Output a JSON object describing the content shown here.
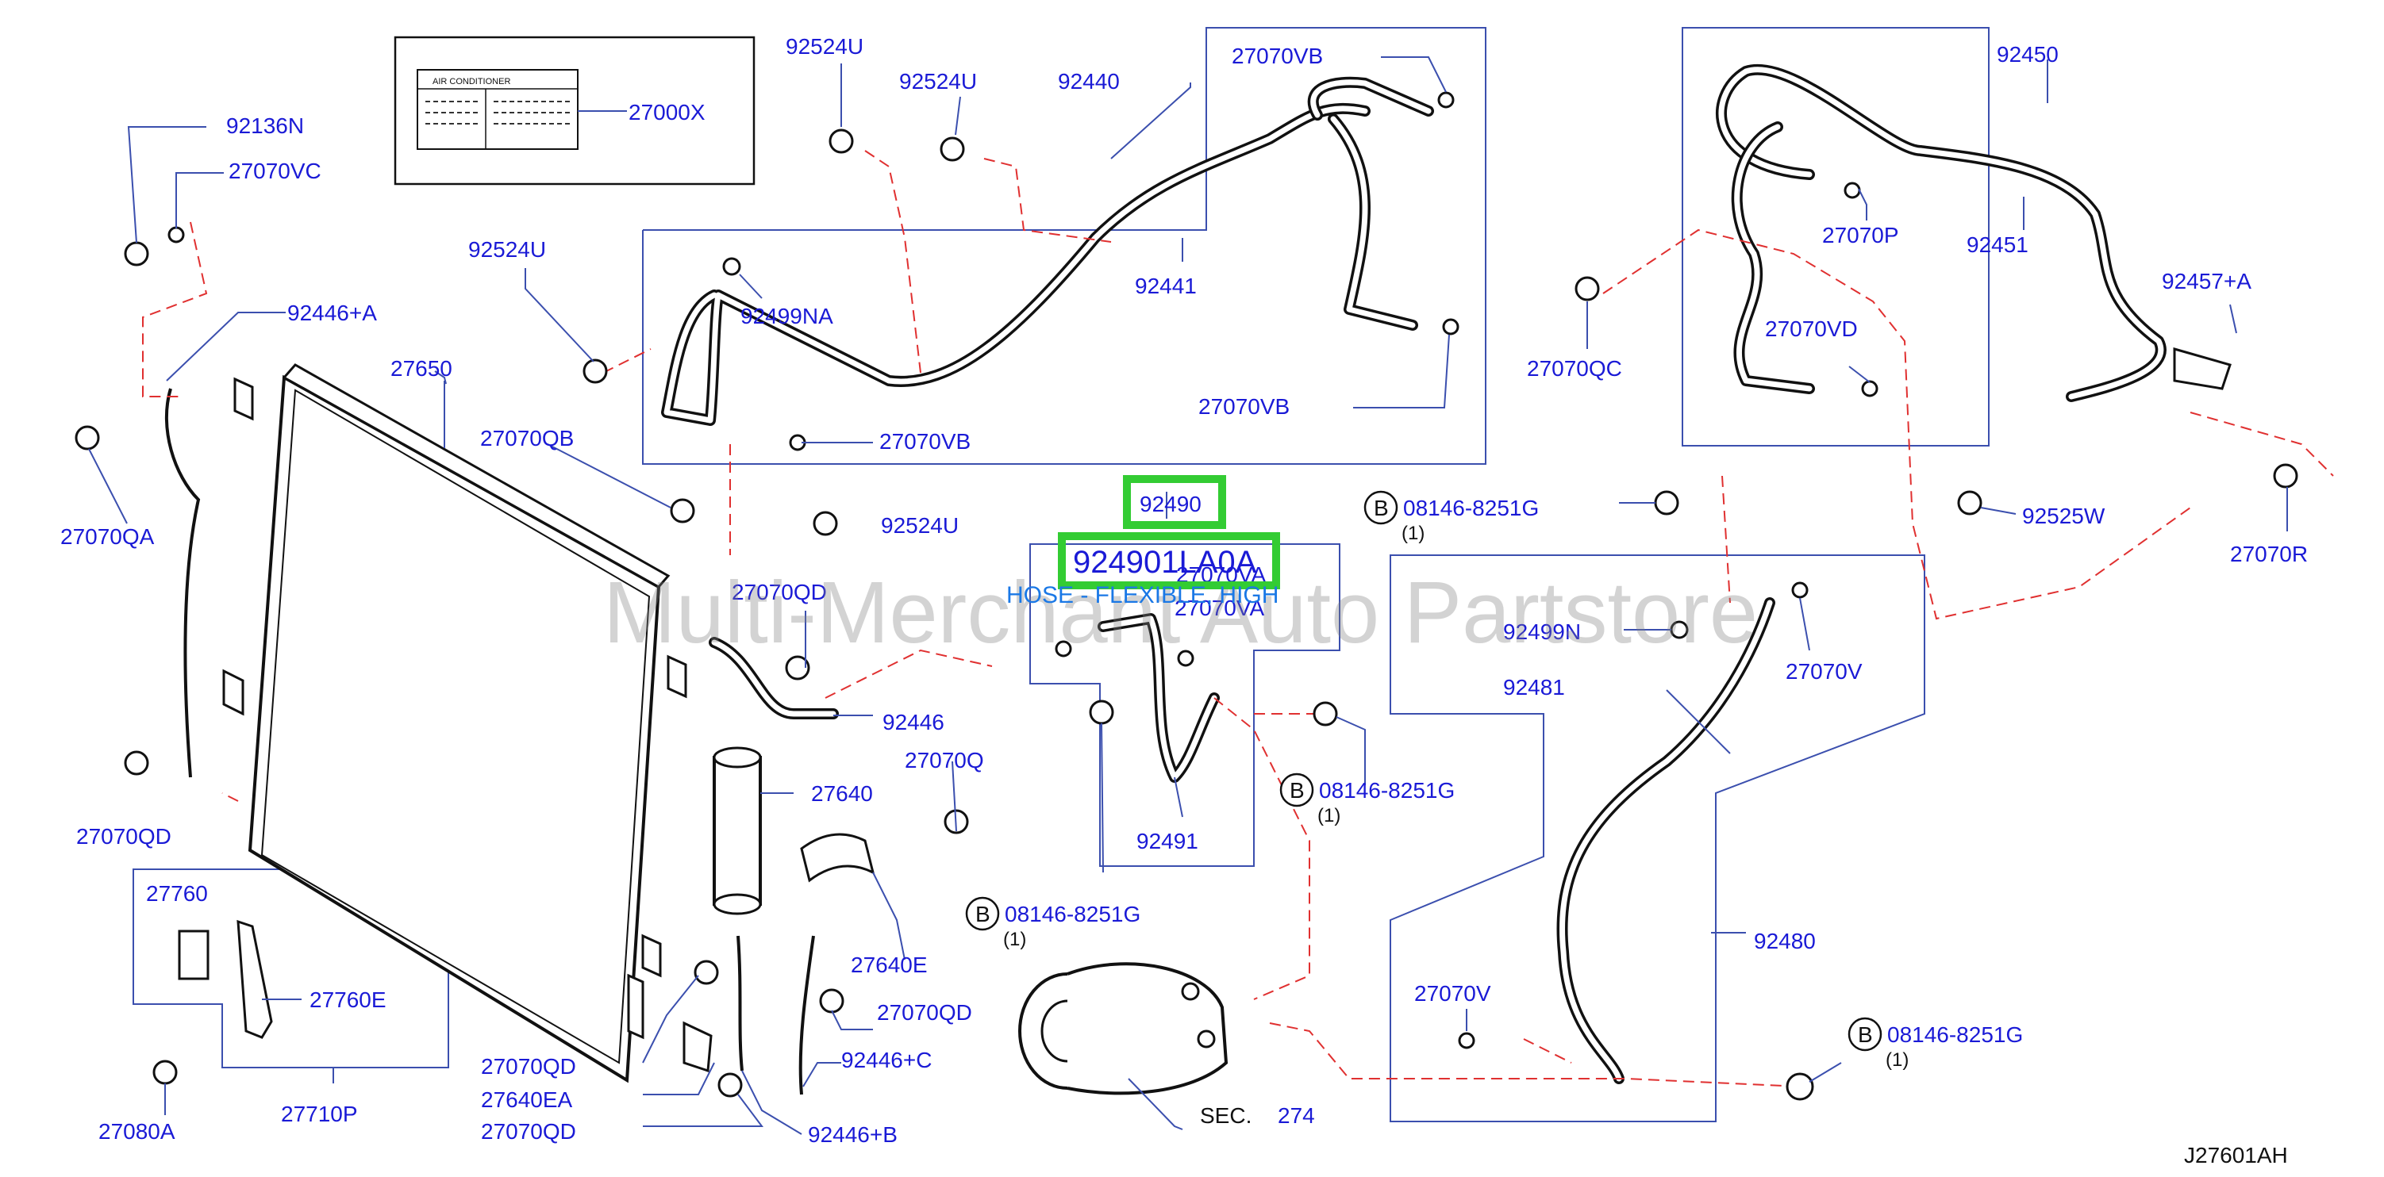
{
  "diagram": {
    "code": "J27601AH",
    "watermark": "Multi-Merchant Auto Partstore",
    "placard": {
      "title": "AIR    CONDITIONER",
      "part": "27000X"
    },
    "highlight": {
      "part_number": "92490",
      "oem_number": "924901LA0A",
      "description": "HOSE - FLEXIBLE, HIGH"
    },
    "labels": {
      "p92136N": "92136N",
      "p27070VC": "27070VC",
      "p92446A": "92446+A",
      "p27070QA": "27070QA",
      "p27650": "27650",
      "p92524U_a": "92524U",
      "p92524U_b": "92524U",
      "p92524U_c": "92524U",
      "p92524U_d": "92524U",
      "p92440": "92440",
      "p27070VB_a": "27070VB",
      "p27070VB_b": "27070VB",
      "p27070VB_c": "27070VB",
      "p92499NA": "92499NA",
      "p92441": "92441",
      "p27070QB": "27070QB",
      "p92450": "92450",
      "p27070P": "27070P",
      "p92451": "92451",
      "p27070QC": "27070QC",
      "p27070VD": "27070VD",
      "p92457A": "92457+A",
      "p92525W": "92525W",
      "p27070R": "27070R",
      "p27070VA_a": "27070VA",
      "p27070VA_b": "27070VA",
      "p27070QD_a": "27070QD",
      "p27070QD_b": "27070QD",
      "p27070QD_c": "27070QD",
      "p27070QD_d": "27070QD",
      "p27070QD_e": "27070QD",
      "p92446": "92446",
      "p27070Q": "27070Q",
      "p27640": "27640",
      "p27640E": "27640E",
      "p27640EA": "27640EA",
      "p92446C": "92446+C",
      "p92446B": "92446+B",
      "p27760": "27760",
      "p27760E": "27760E",
      "p27710P": "27710P",
      "p27080A": "27080A",
      "p92491": "92491",
      "p92499N": "92499N",
      "p27070V_a": "27070V",
      "p27070V_b": "27070V",
      "p92481": "92481",
      "p92480": "92480",
      "sec": "SEC.",
      "sec_num": "274"
    },
    "bolts": [
      {
        "letter": "B",
        "part": "08146-8251G",
        "qty": "(1)"
      },
      {
        "letter": "B",
        "part": "08146-8251G",
        "qty": "(1)"
      },
      {
        "letter": "B",
        "part": "08146-8251G",
        "qty": "(1)"
      },
      {
        "letter": "B",
        "part": "08146-8251G",
        "qty": "(1)"
      }
    ],
    "colors": {
      "label": "#1a1ad6",
      "leader": "#3b4fae",
      "dashed": "#e03030",
      "highlight_box": "#33cc33"
    }
  }
}
